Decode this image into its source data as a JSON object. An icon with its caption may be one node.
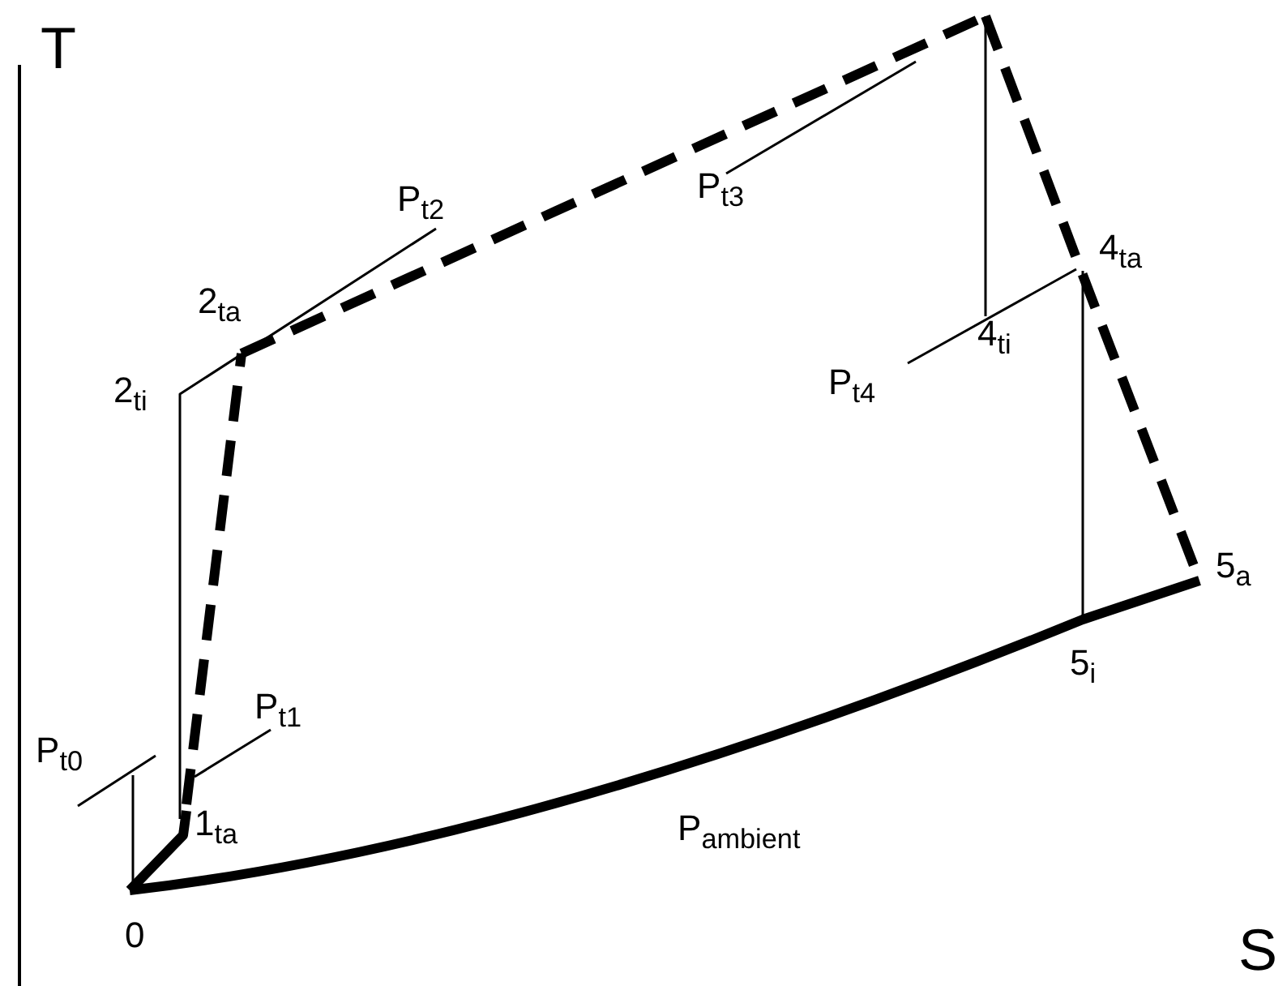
{
  "diagram": {
    "labels": [
      "T",
      "P$_{t3}$",
      "P$_{t2}$",
      "4$_{ta}$",
      "2$_{ta}$",
      "4$_{ti}$",
      "P$_{t4}$",
      "2$_{ti}$",
      "5$_{a}$",
      "5$_{i}$",
      "P$_{t1}$",
      "P$_{t0}$",
      "1$_{ta}$",
      "P$_{ambient}$",
      "0",
      "S"
    ]
  }
}
